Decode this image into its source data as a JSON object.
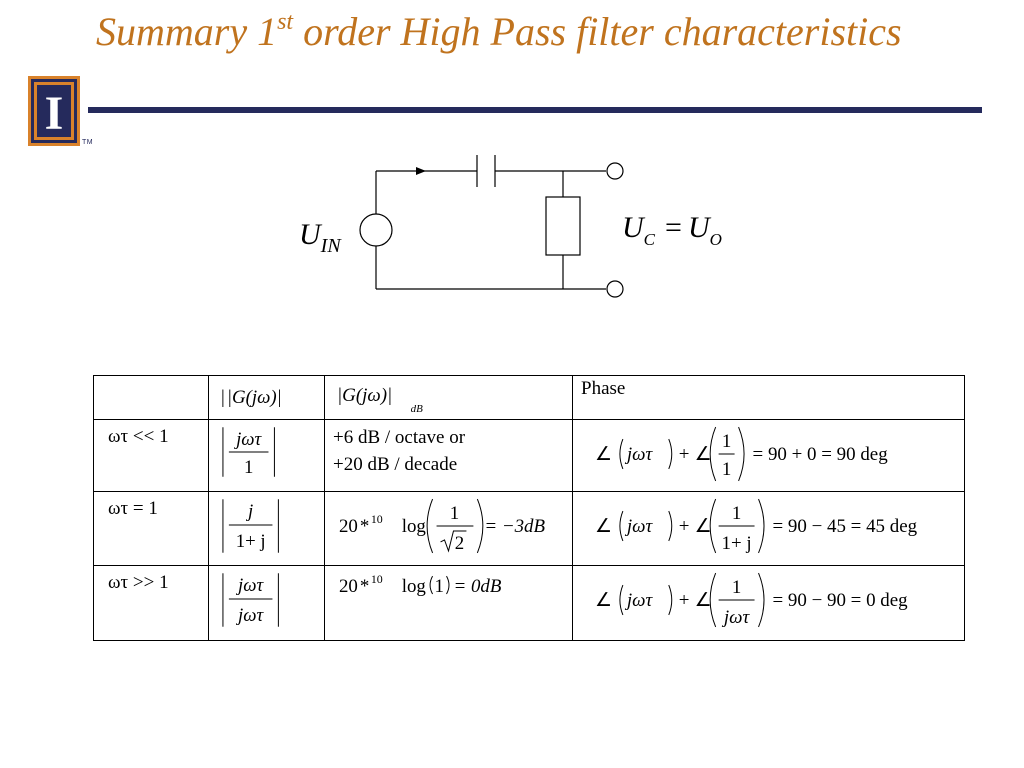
{
  "slide": {
    "title_part1": "Summary 1",
    "title_sup": "st",
    "title_part2": " order High Pass filter characteristics",
    "trademark": "TM",
    "logo_letter": "I"
  },
  "circuit": {
    "input_label": "U",
    "input_sub": "IN",
    "output_label_left": "U",
    "output_sub_left": "C",
    "equals": "=",
    "output_label_right": "U",
    "output_sub_right": "O"
  },
  "table": {
    "header": {
      "gain_mag": "|G(jω)|",
      "gain_db": "|G(jω)|",
      "gain_db_sub": "dB",
      "phase": "Phase"
    },
    "rows": [
      {
        "condition": "ωτ << 1",
        "mag_num": "jωτ",
        "mag_den": "1",
        "db_text_line1": "+6 dB / octave or",
        "db_text_line2": "+20 dB / decade",
        "phase_t1": "∠",
        "phase_t2": "jωτ",
        "phase_t3": "+",
        "phase_t4": "∠",
        "phase_num": "1",
        "phase_den": "1",
        "phase_result": "= 90 + 0 = 90 deg"
      },
      {
        "condition": "ωτ = 1",
        "mag_num": "j",
        "mag_den": "1+ j",
        "db_coef": "20",
        "db_star": "*",
        "db_base": "10",
        "db_log": "log",
        "db_num": "1",
        "db_den": "2",
        "db_result": "= −3dB",
        "phase_t1": "∠",
        "phase_t2": "jωτ",
        "phase_t3": "+",
        "phase_t4": "∠",
        "phase_num": "1",
        "phase_den": "1+ j",
        "phase_result": "= 90 − 45 = 45 deg"
      },
      {
        "condition": "ωτ >> 1",
        "mag_num": "jωτ",
        "mag_den": "jωτ",
        "db_coef": "20",
        "db_star": "*",
        "db_base": "10",
        "db_log": "log",
        "db_arg": "1",
        "db_result": "= 0dB",
        "phase_t1": "∠",
        "phase_t2": "jωτ",
        "phase_t3": "+",
        "phase_t4": "∠",
        "phase_num": "1",
        "phase_den": "jωτ",
        "phase_result": "= 90 − 90 = 0 deg"
      }
    ]
  },
  "colors": {
    "title": "#c0731e",
    "rule": "#252a5c",
    "logo_blue": "#252a5c",
    "logo_orange": "#d9822b"
  }
}
